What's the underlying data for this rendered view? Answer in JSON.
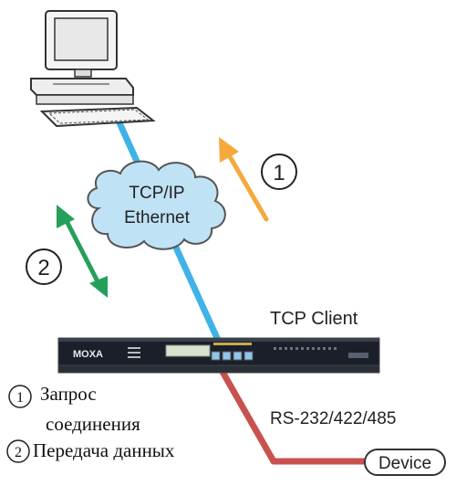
{
  "cloud_label_line1": "TCP/IP",
  "cloud_label_line2": "Ethernet",
  "step1_number": "1",
  "step2_number": "2",
  "tcp_client_label": "TCP Client",
  "serial_label": "RS-232/422/485",
  "device_label": "Device",
  "server_brand": "MOXA",
  "legend": {
    "item1_number": "1",
    "item1_line1": "Запрос",
    "item1_line2": "соединения",
    "item2_number": "2",
    "item2_text": "Передача данных"
  },
  "colors": {
    "ethernet_line": "#3fb3e8",
    "serial_line": "#c8524f",
    "cloud_fill": "#bfe2f5",
    "request_arrow": "#f5a83c",
    "data_arrow": "#25a05a"
  }
}
